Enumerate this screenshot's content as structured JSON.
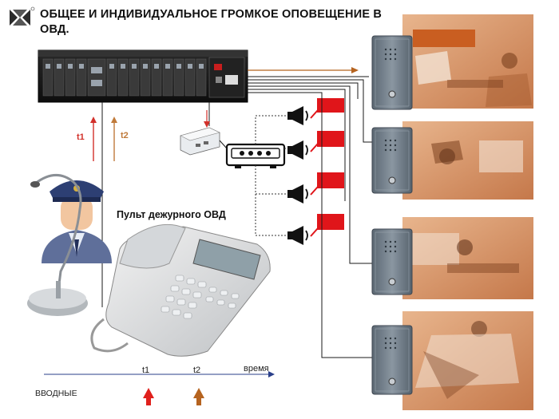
{
  "title": "ОБЩЕЕ И ИНДИВИДУАЛЬНОЕ  ГРОМКОЕ ОПОВЕЩЕНИЕ В ОВД.",
  "console_label": "Пульт дежурного ОВД",
  "timeline": {
    "axis_label": "время",
    "start_label": "ВВОДНЫЕ",
    "markers": [
      {
        "label": "t1",
        "color": "#e0201c"
      },
      {
        "label": "t2",
        "color": "#b5631f"
      }
    ]
  },
  "signals": [
    {
      "label": "t1",
      "color": "#d2302a"
    },
    {
      "label": "t2",
      "color": "#c07a3a"
    }
  ],
  "colors": {
    "accent_red": "#e0201c",
    "accent_brown": "#b5631f",
    "photo_sepia": "#d9996a",
    "panel_grey": "#6d7a86"
  },
  "icons": [
    "company-logo-icon",
    "loudspeaker-icon",
    "police-officer-icon",
    "microphone-icon",
    "desk-phone-icon",
    "amplifier-icon",
    "power-adapter-icon",
    "intercom-panel-icon"
  ]
}
